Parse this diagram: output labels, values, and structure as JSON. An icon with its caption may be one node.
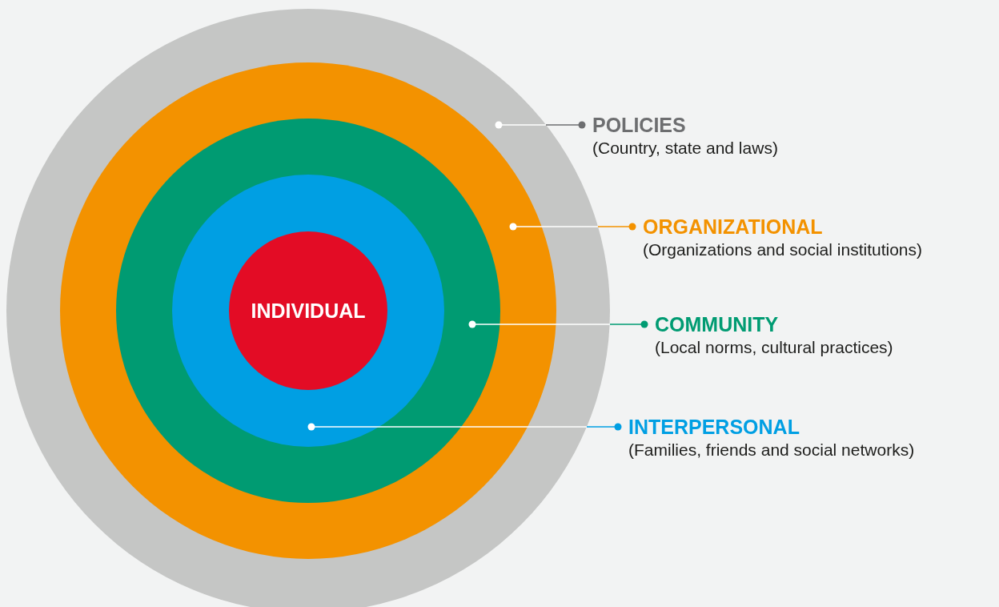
{
  "diagram": {
    "nodes": [
      {
        "text": [],
        "shape": "circle"
      },
      {
        "text": [],
        "shape": "circle",
        "in": 0
      },
      {
        "text": [],
        "shape": "circle",
        "in": 1
      },
      {
        "text": [],
        "shape": "circle",
        "in": 2
      },
      {
        "text": [
          "INDIVIDUAL"
        ],
        "in": 3
      },
      {
        "text": [
          "POLICIES",
          "(Country, state and laws)"
        ]
      },
      {
        "text": [
          "ORGANIZATIONAL",
          "(Organizations and social institutions)"
        ]
      },
      {
        "text": [
          "COMMUNITY",
          "(Local norms, cultural practices)"
        ]
      },
      {
        "text": [
          "INTERPERSONAL",
          "(Families, friends and social networks)"
        ]
      }
    ],
    "edges": [
      {
        "from": 5,
        "to": 0,
        "arrow": "other",
        "color": "#6d6e70"
      },
      {
        "from": 6,
        "to": 1,
        "arrow": "other",
        "color": "#f39200"
      },
      {
        "from": 7,
        "to": 2,
        "arrow": "other",
        "color": "#009b72"
      },
      {
        "from": 8,
        "to": 3,
        "arrow": "other",
        "color": "#009fe3"
      }
    ]
  }
}
